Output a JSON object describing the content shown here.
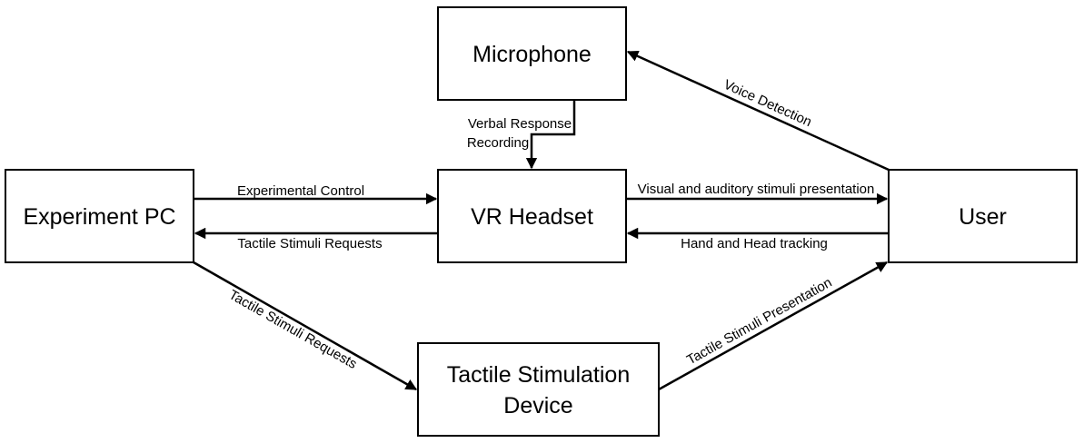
{
  "nodes": {
    "microphone": "Microphone",
    "vr_headset": "VR Headset",
    "experiment_pc": "Experiment PC",
    "user": "User",
    "tactile_device_line1": "Tactile Stimulation",
    "tactile_device_line2": "Device"
  },
  "edges": {
    "verbal_line1": "Verbal Response",
    "verbal_line2": "Recording",
    "experimental_control": "Experimental Control",
    "tactile_requests_top": "Tactile Stimuli Requests",
    "visual_auditory": "Visual and auditory stimuli presentation",
    "hand_head": "Hand and Head tracking",
    "voice_detection": "Voice Detection",
    "tactile_requests_diag": "Tactile Stimuli Requests",
    "tactile_presentation": "Tactile Stimuli Presentation"
  },
  "colors": {
    "stroke": "#000000",
    "background": "#ffffff"
  }
}
